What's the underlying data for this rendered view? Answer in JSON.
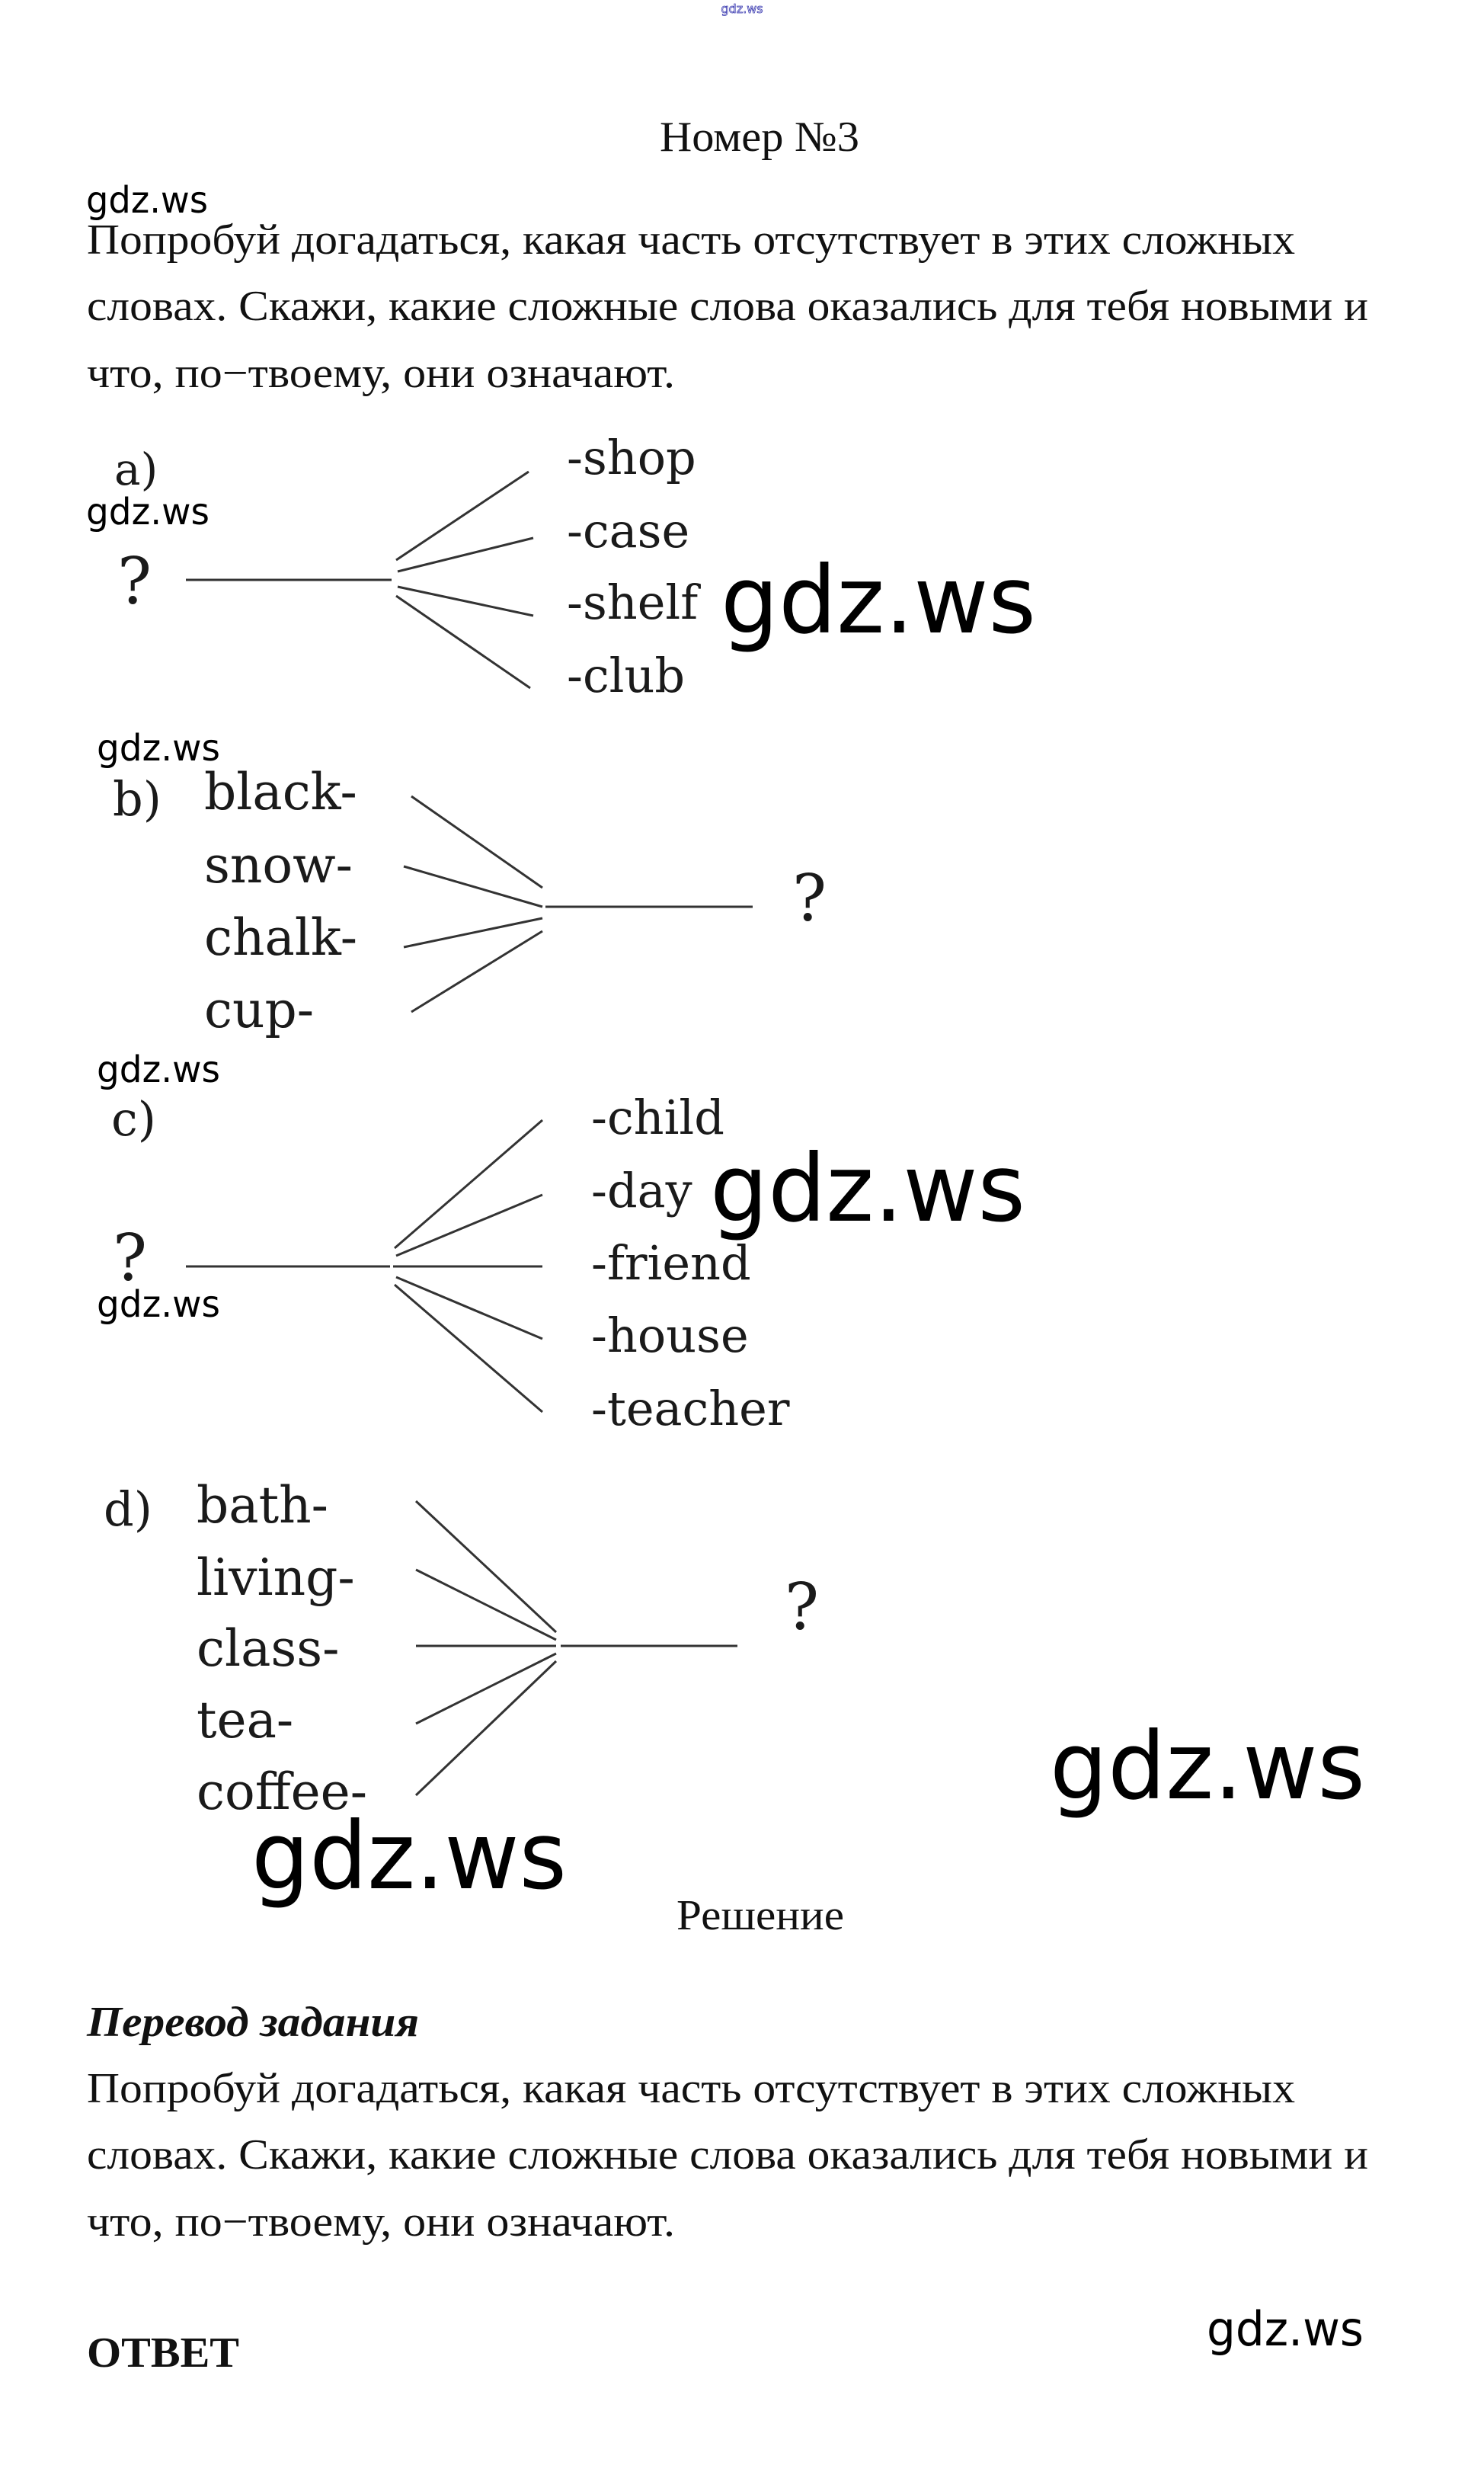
{
  "watermark": {
    "top": "gdz.ws",
    "text": "gdz.ws"
  },
  "header": {
    "title": "Номер №3"
  },
  "task": {
    "lines": [
      "Попробуй догадаться, какая часть отсутствует в этих сложных",
      "словах. Скажи, какие сложные слова оказались для тебя новыми и",
      "что, по−твоему, они означают."
    ]
  },
  "exercises": {
    "a": {
      "label": "a)",
      "missing": "?",
      "parts": [
        "-shop",
        "-case",
        "-shelf",
        "-club"
      ]
    },
    "b": {
      "label": "b)",
      "missing": "?",
      "parts": [
        "black-",
        "snow-",
        "chalk-",
        "cup-"
      ]
    },
    "c": {
      "label": "c)",
      "missing": "?",
      "parts": [
        "-child",
        "-day",
        "-friend",
        "-house",
        "-teacher"
      ]
    },
    "d": {
      "label": "d)",
      "missing": "?",
      "parts": [
        "bath-",
        "living-",
        "class-",
        "tea-",
        "coffee-"
      ]
    }
  },
  "solution": {
    "heading": "Решение",
    "translation_heading": "Перевод задания",
    "translation_lines": [
      "Попробуй догадаться, какая часть отсутствует в этих сложных",
      "словах. Скажи, какие сложные слова оказались для тебя новыми и",
      "что, по−твоему, они означают."
    ],
    "answer_heading": "ОТВЕТ"
  }
}
